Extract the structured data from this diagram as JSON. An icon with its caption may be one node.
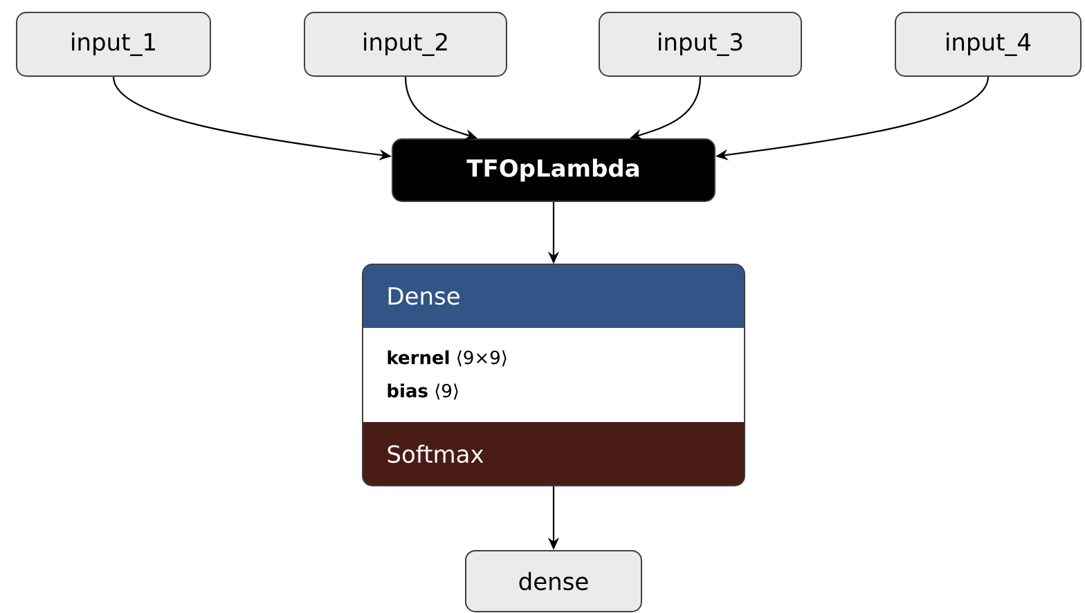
{
  "diagram": {
    "nodes": [
      {
        "text": [
          "input_1"
        ]
      },
      {
        "text": [
          "input_2"
        ]
      },
      {
        "text": [
          "input_3"
        ]
      },
      {
        "text": [
          "input_4"
        ]
      },
      {
        "text": [
          "TFOpLambda"
        ]
      },
      {
        "text": [
          "Dense",
          "**kernel** ⟨9×9⟩",
          "**bias** ⟨9⟩",
          "Softmax"
        ]
      },
      {
        "text": [
          "dense"
        ]
      }
    ],
    "edges": [
      {
        "from": 0,
        "to": 4,
        "arrow": "to"
      },
      {
        "from": 1,
        "to": 4,
        "arrow": "to"
      },
      {
        "from": 2,
        "to": 4,
        "arrow": "to"
      },
      {
        "from": 3,
        "to": 4,
        "arrow": "to"
      },
      {
        "from": 4,
        "to": 5,
        "arrow": "to"
      },
      {
        "from": 5,
        "to": 6,
        "arrow": "to"
      }
    ]
  }
}
